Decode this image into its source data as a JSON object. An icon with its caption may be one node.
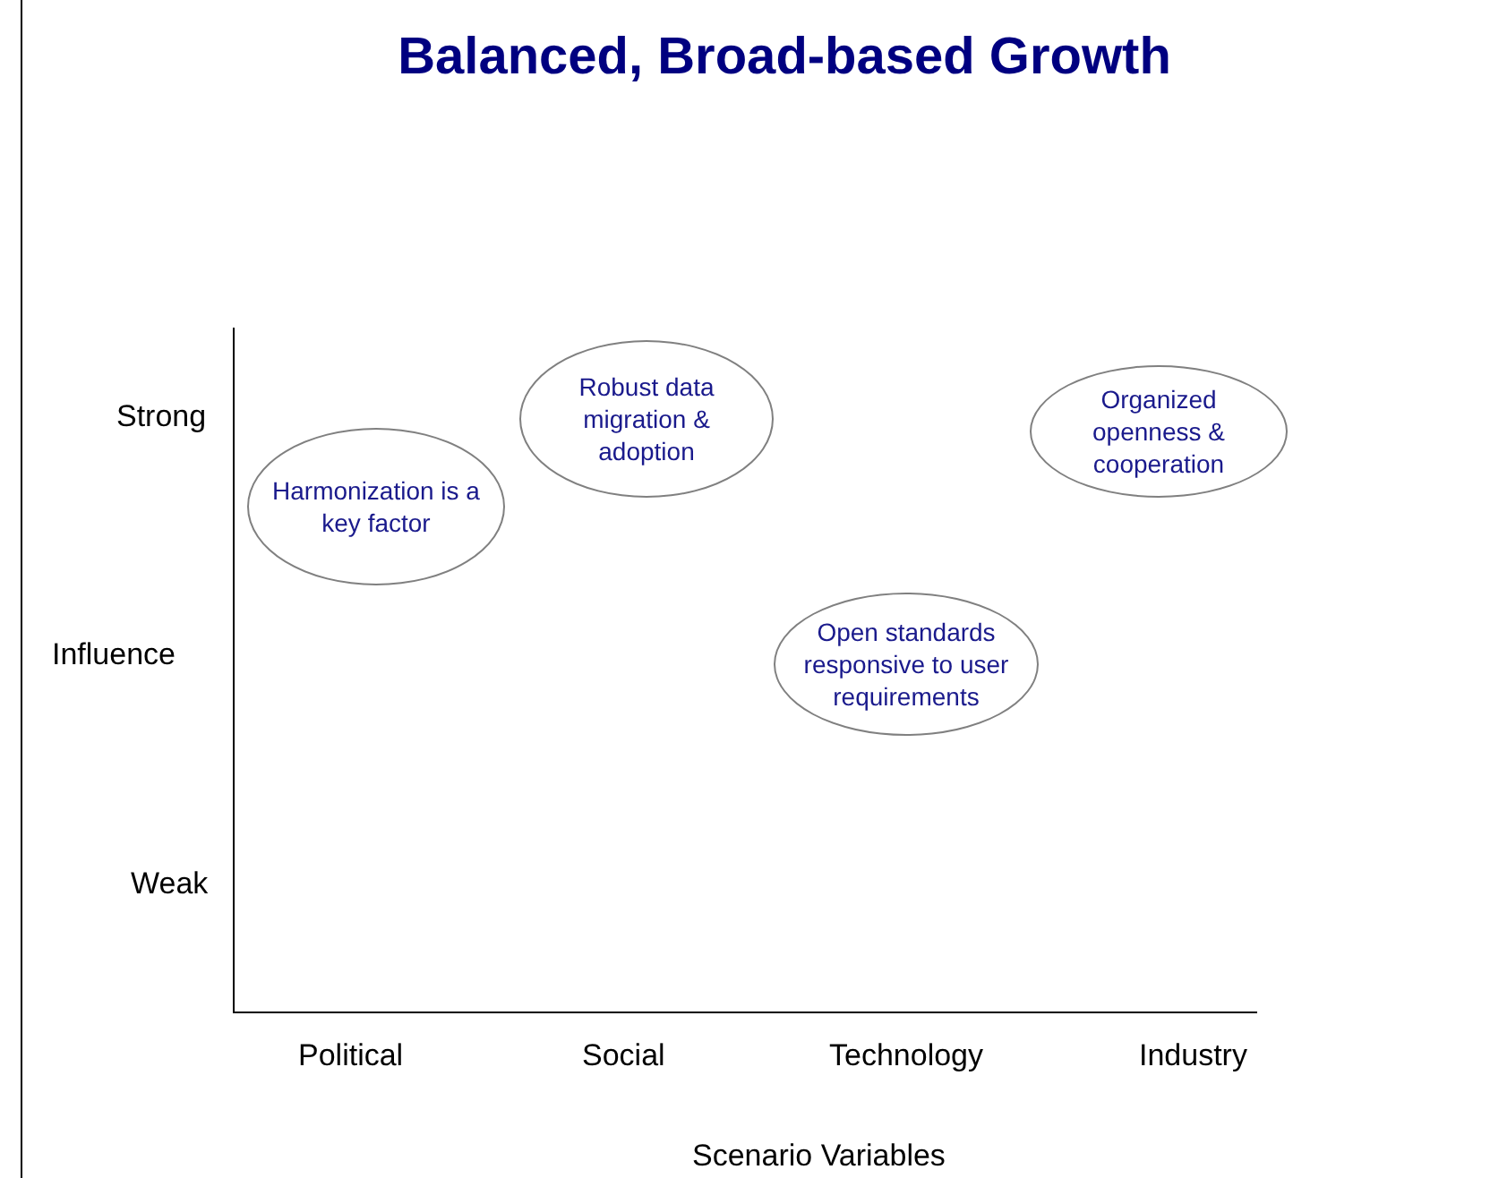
{
  "diagram": {
    "title": "Balanced, Broad-based Growth",
    "nodes": [
      {
        "text": [
          "Harmonization is a key factor"
        ]
      },
      {
        "text": [
          "Robust data migration & adoption"
        ]
      },
      {
        "text": [
          "Open standards responsive to user requirements"
        ]
      },
      {
        "text": [
          "Organized openness & cooperation"
        ]
      }
    ],
    "labels": [
      "Strong",
      "Influence",
      "Weak",
      "Political",
      "Social",
      "Technology",
      "Industry",
      "Scenario Variables"
    ]
  }
}
